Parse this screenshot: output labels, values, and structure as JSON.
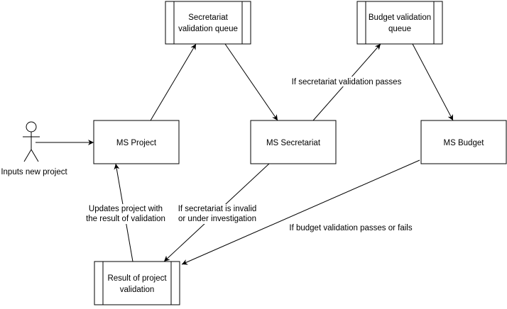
{
  "diagram": {
    "actor": {
      "label": "Inputs new project"
    },
    "nodes": {
      "secretariat_queue": {
        "lines": [
          "Secretariat",
          "validation queue"
        ]
      },
      "budget_queue": {
        "lines": [
          "Budget validation",
          "queue"
        ]
      },
      "ms_project": {
        "lines": [
          "MS Project"
        ]
      },
      "ms_secretariat": {
        "lines": [
          "MS Secretariat"
        ]
      },
      "ms_budget": {
        "lines": [
          "MS Budget"
        ]
      },
      "result": {
        "lines": [
          "Result of project",
          "validation"
        ]
      }
    },
    "edge_labels": {
      "secretariat_passes": [
        "If secretariat validation passes"
      ],
      "secretariat_invalid": [
        "If secretariat is invalid",
        "or under investigation"
      ],
      "budget_done": [
        "If budget validation passes or fails"
      ],
      "updates_project": [
        "Updates project with",
        "the result of validation"
      ]
    }
  }
}
